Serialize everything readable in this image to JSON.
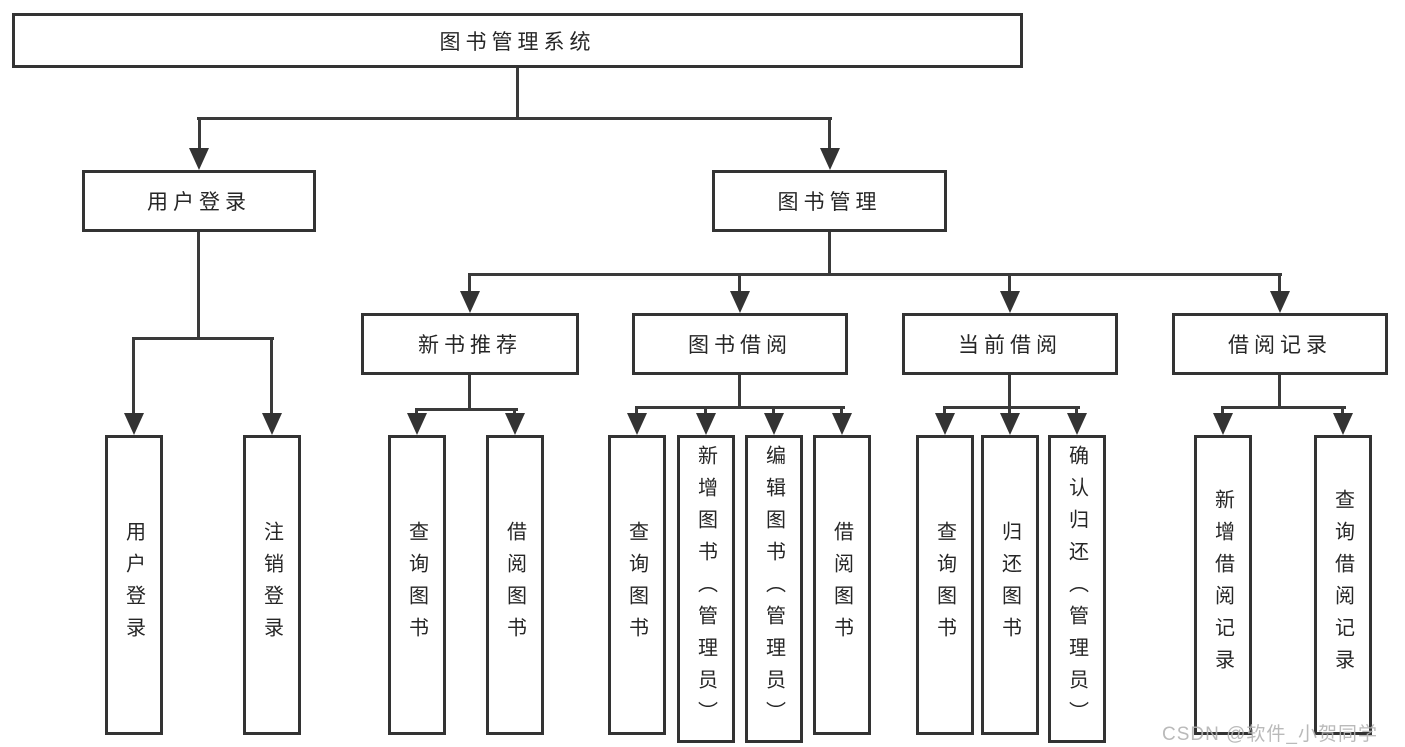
{
  "diagram": {
    "root": {
      "label": "图书管理系统"
    },
    "level2": [
      {
        "label": "用户登录"
      },
      {
        "label": "图书管理"
      }
    ],
    "level3": [
      {
        "label": "新书推荐"
      },
      {
        "label": "图书借阅"
      },
      {
        "label": "当前借阅"
      },
      {
        "label": "借阅记录"
      }
    ],
    "leaves": {
      "user_login": [
        {
          "label": "用户登录"
        },
        {
          "label": "注销登录"
        }
      ],
      "new_book": [
        {
          "label": "查询图书"
        },
        {
          "label": "借阅图书"
        }
      ],
      "book_borrow": [
        {
          "label": "查询图书"
        },
        {
          "label": "新增图书（管理员）"
        },
        {
          "label": "编辑图书（管理员）"
        },
        {
          "label": "借阅图书"
        }
      ],
      "current_borrow": [
        {
          "label": "查询图书"
        },
        {
          "label": "归还图书"
        },
        {
          "label": "确认归还（管理员）"
        }
      ],
      "borrow_records": [
        {
          "label": "新增借阅记录"
        },
        {
          "label": "查询借阅记录"
        }
      ]
    }
  },
  "watermark": {
    "text": "CSDN @软件_小贺同学"
  }
}
